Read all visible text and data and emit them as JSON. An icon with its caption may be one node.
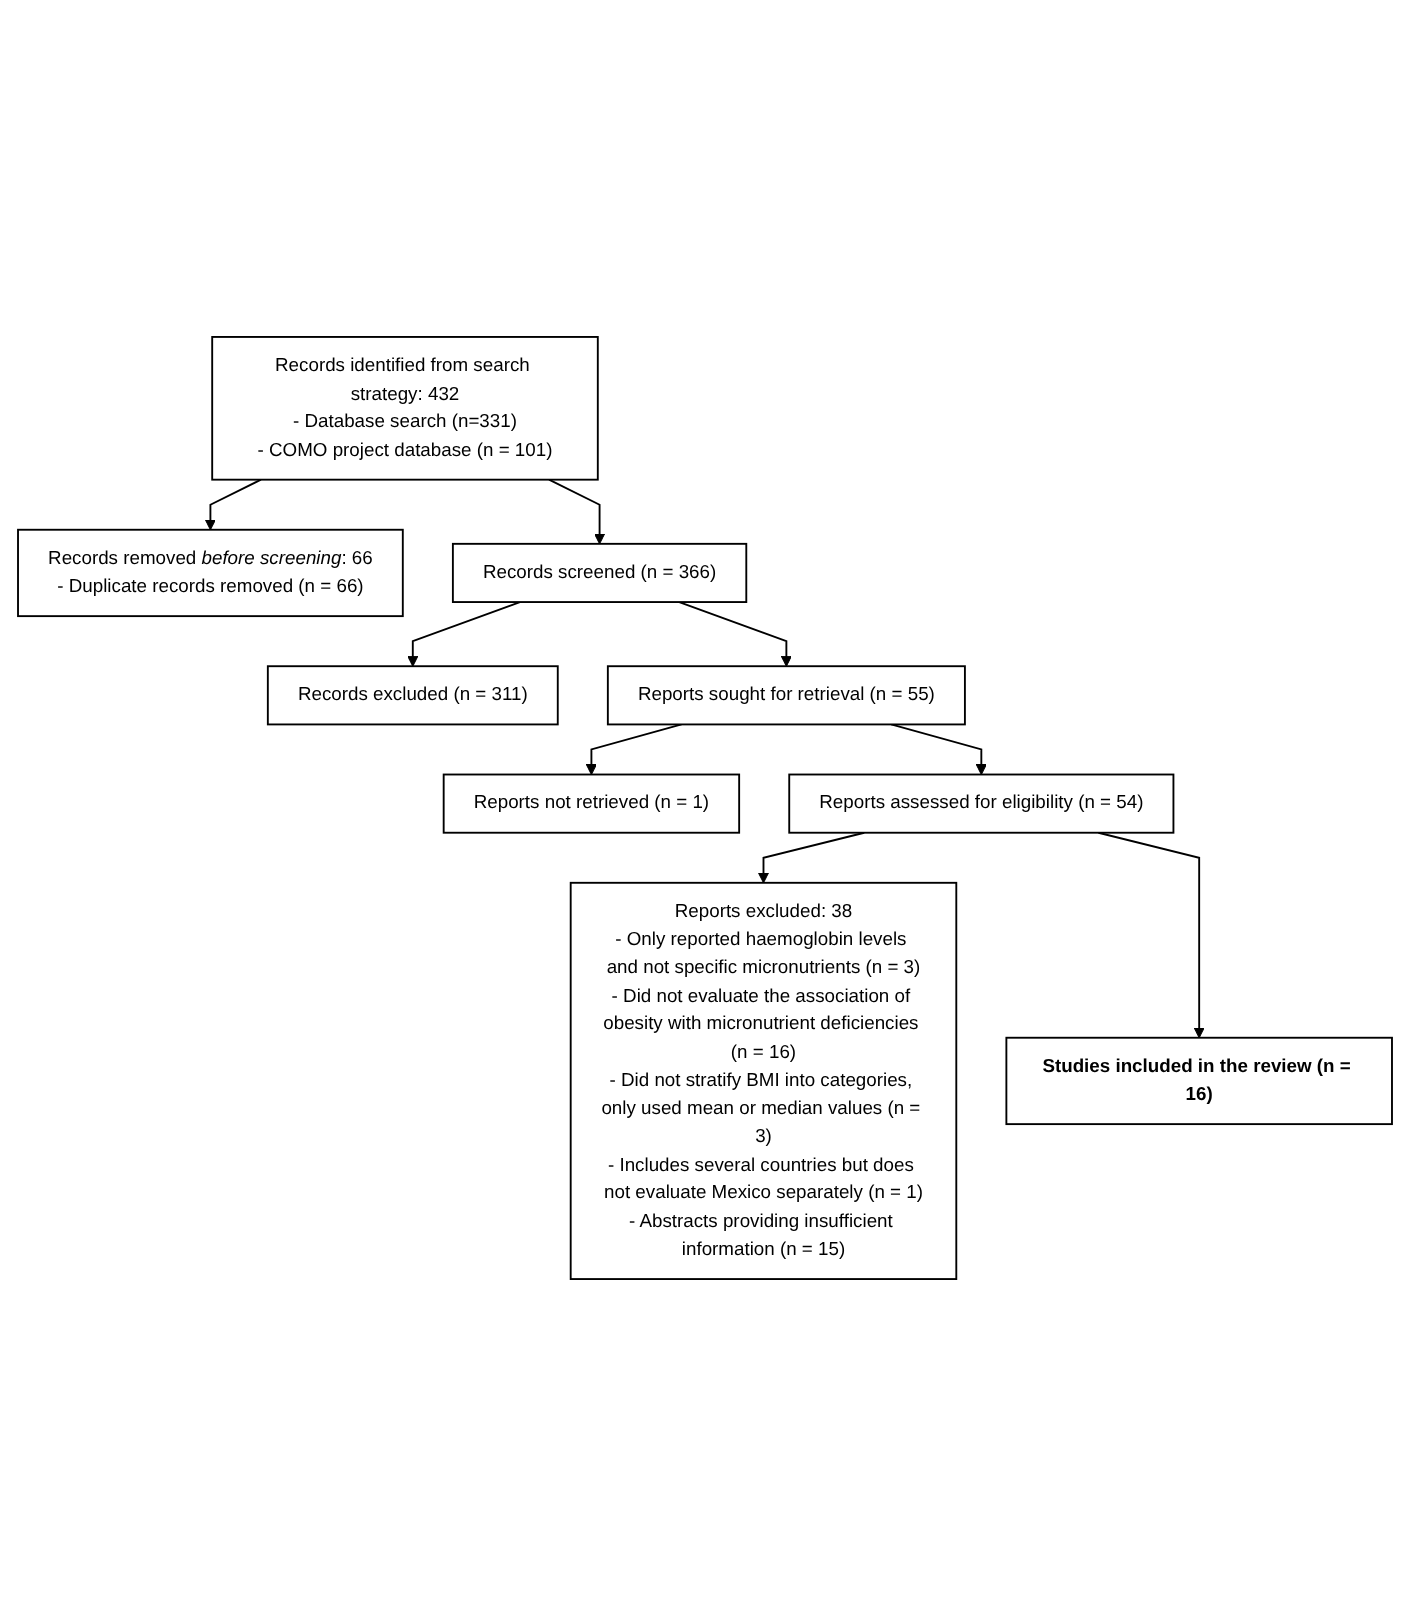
{
  "diagram": {
    "nodes": [
      {
        "text": [
          "Records identified from search strategy: 432",
          "- Database search (n=331)",
          "- COMO project database (n = 101)"
        ]
      },
      {
        "text": [
          "Records removed *before screening*: 66",
          "- Duplicate records removed (n = 66)"
        ]
      },
      {
        "text": [
          "Records screened (n = 366)"
        ]
      },
      {
        "text": [
          "Records excluded (n = 311)"
        ]
      },
      {
        "text": [
          "Reports sought for retrieval (n = 55)"
        ]
      },
      {
        "text": [
          "Reports not retrieved (n = 1)"
        ]
      },
      {
        "text": [
          "Reports assessed for eligibility (n = 54)"
        ]
      },
      {
        "text": [
          "Reports excluded: 38",
          "- Only reported haemoglobin levels and not specific micronutrients (n = 3)",
          "- Did not evaluate the association of obesity with micronutrient deficiencies (n = 16)",
          "- Did not stratify BMI into categories, only used mean or median values (n = 3)",
          "- Includes several countries but does not evaluate Mexico separately (n = 1)",
          "- Abstracts providing insufficient information (n = 15)"
        ]
      },
      {
        "text": [
          "Studies included in the review (n = 16)"
        ]
      }
    ],
    "edges": [
      {
        "from": 0,
        "to": 1,
        "arrow": "to"
      },
      {
        "from": 0,
        "to": 2,
        "arrow": "to"
      },
      {
        "from": 2,
        "to": 3,
        "arrow": "to"
      },
      {
        "from": 2,
        "to": 4,
        "arrow": "to"
      },
      {
        "from": 4,
        "to": 5,
        "arrow": "to"
      },
      {
        "from": 4,
        "to": 6,
        "arrow": "to"
      },
      {
        "from": 6,
        "to": 7,
        "arrow": "to"
      },
      {
        "from": 6,
        "to": 8,
        "arrow": "to"
      }
    ]
  }
}
